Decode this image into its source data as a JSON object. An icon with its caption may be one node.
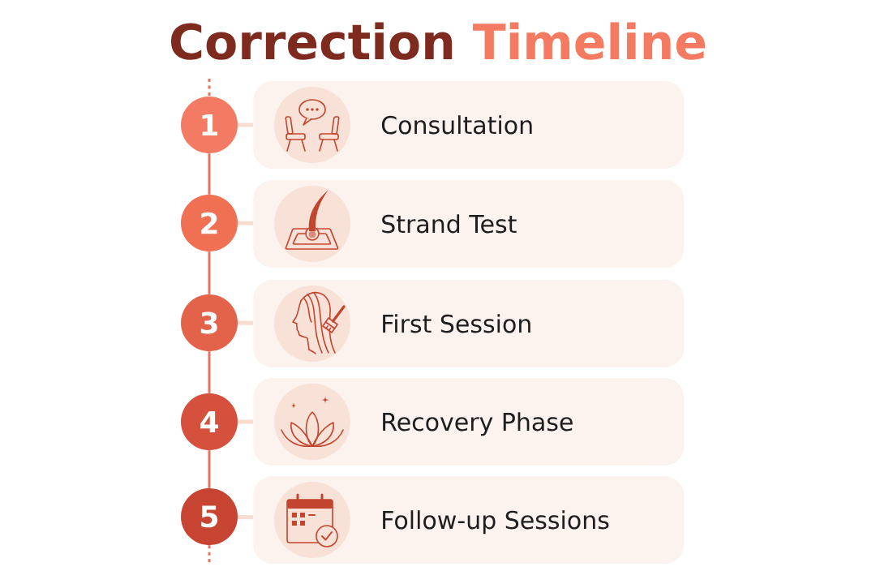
{
  "diagram": {
    "title": "Correction Timeline",
    "nodes": [
      {
        "text": [
          "1"
        ]
      },
      {
        "text": [
          "Consultation"
        ]
      },
      {
        "text": [
          "2"
        ]
      },
      {
        "text": [
          "Strand Test"
        ]
      },
      {
        "text": [
          "3"
        ]
      },
      {
        "text": [
          "First Session"
        ]
      },
      {
        "text": [
          "4"
        ]
      },
      {
        "text": [
          "Recovery Phase"
        ]
      },
      {
        "text": [
          "5"
        ]
      },
      {
        "text": [
          "Follow-up Sessions"
        ]
      }
    ],
    "edges": [
      {
        "from": null,
        "to": 0,
        "arrow": "none",
        "style": "dashed"
      },
      {
        "from": 0,
        "to": 1,
        "arrow": "none",
        "color": "#f7dccf"
      },
      {
        "from": 0,
        "to": 2,
        "arrow": "none"
      },
      {
        "from": 2,
        "to": 3,
        "arrow": "none",
        "color": "#f7dccf"
      },
      {
        "from": 2,
        "to": 4,
        "arrow": "none"
      },
      {
        "from": 4,
        "to": 5,
        "arrow": "none",
        "color": "#f7dccf"
      },
      {
        "from": 4,
        "to": 6,
        "arrow": "none"
      },
      {
        "from": 6,
        "to": 7,
        "arrow": "none",
        "color": "#f7dccf"
      },
      {
        "from": 6,
        "to": 8,
        "arrow": "none"
      },
      {
        "from": 8,
        "to": 9,
        "arrow": "none",
        "color": "#f7dccf"
      },
      {
        "from": 8,
        "to": null,
        "arrow": "none",
        "style": "dashed"
      }
    ]
  }
}
